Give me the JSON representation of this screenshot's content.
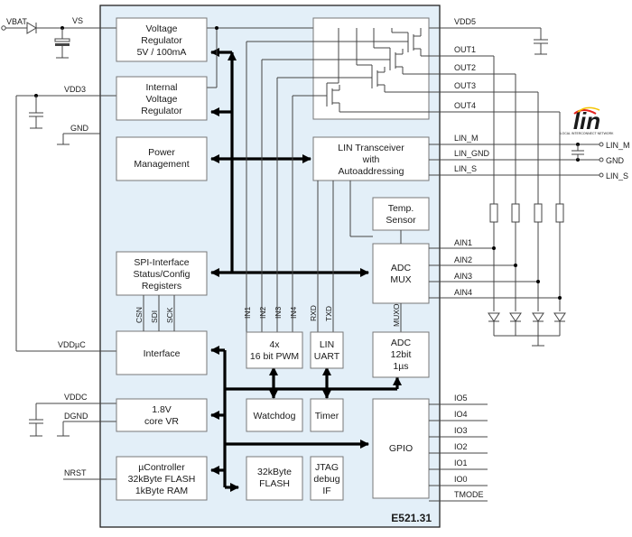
{
  "chip": {
    "part_number": "E521.31"
  },
  "blocks": {
    "voltage_regulator": [
      "Voltage",
      "Regulator",
      "5V / 100mA"
    ],
    "internal_regulator": [
      "Internal",
      "Voltage",
      "Regulator"
    ],
    "power_management": [
      "Power",
      "Management"
    ],
    "spi_interface": [
      "SPI-Interface",
      "Status/Config",
      "Registers"
    ],
    "interface": [
      "Interface"
    ],
    "core_vr": [
      "1.8V",
      "core VR"
    ],
    "ucontroller": [
      "µController",
      "32kByte FLASH",
      "1kByte RAM"
    ],
    "lin_transceiver": [
      "LIN Transceiver",
      "with",
      "Autoaddressing"
    ],
    "temp_sensor": [
      "Temp.",
      "Sensor"
    ],
    "adc_mux": [
      "ADC",
      "MUX"
    ],
    "pwm": [
      "4x",
      "16 bit PWM"
    ],
    "lin_uart": [
      "LIN",
      "UART"
    ],
    "adc12": [
      "ADC",
      "12bit",
      "1µs"
    ],
    "watchdog": [
      "Watchdog"
    ],
    "timer": [
      "Timer"
    ],
    "gpio": [
      "GPIO"
    ],
    "flash": [
      "32kByte",
      "FLASH"
    ],
    "jtag": [
      "JTAG",
      "debug",
      "IF"
    ]
  },
  "left_pins": {
    "vbat": "VBAT",
    "vs": "VS",
    "vdd3": "VDD3",
    "gnd": "GND",
    "vdduc": "VDDµC",
    "vddc": "VDDC",
    "dgnd": "DGND",
    "nrst": "NRST"
  },
  "right_pins": {
    "vdd5": "VDD5",
    "outs": [
      "OUT1",
      "OUT2",
      "OUT3",
      "OUT4"
    ],
    "lin": [
      "LIN_M",
      "LIN_GND",
      "LIN_S"
    ],
    "ains": [
      "AIN1",
      "AIN2",
      "AIN3",
      "AIN4"
    ],
    "ios": [
      "IO5",
      "IO4",
      "IO3",
      "IO2",
      "IO1",
      "IO0",
      "TMODE"
    ]
  },
  "external_labels": [
    "LIN_M",
    "GND",
    "LIN_S"
  ],
  "spi_signals": [
    "CSN",
    "SDI",
    "SCK"
  ],
  "pwm_signals": [
    "IN1",
    "IN2",
    "IN3",
    "IN4"
  ],
  "uart_signals": [
    "RXD",
    "TXD"
  ],
  "mux_signal": "MUXO",
  "lin_logo": {
    "text": "lin",
    "tagline": "LOCAL INTERCONNECT NETWORK",
    "colors": [
      "#e4231e",
      "#2a4f9c",
      "#f4c400"
    ]
  }
}
